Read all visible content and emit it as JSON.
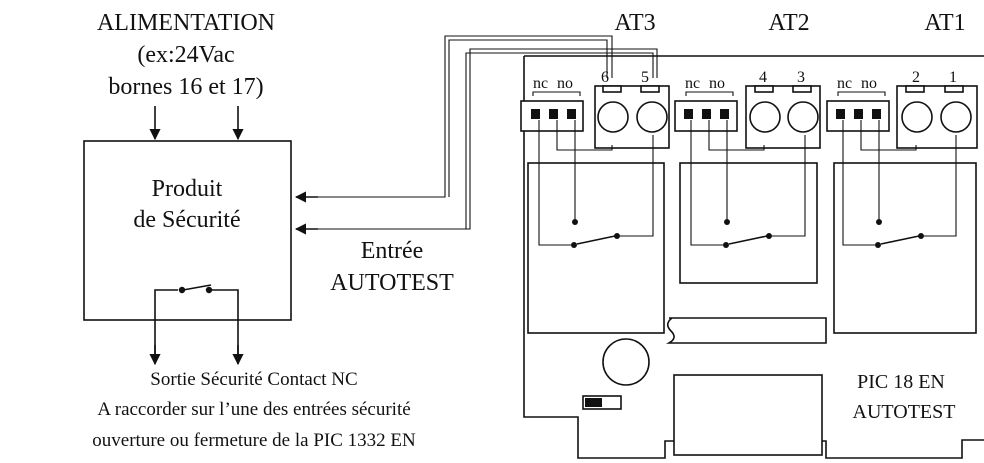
{
  "power": {
    "line1": "ALIMENTATION",
    "line2": "(ex:24Vac",
    "line3": "bornes 16 et 17)"
  },
  "product": {
    "line1": "Produit",
    "line2": "de Sécurité"
  },
  "autotest_input": {
    "line1": "Entrée",
    "line2": "AUTOTEST"
  },
  "output": {
    "line1": "Sortie Sécurité Contact NC",
    "line2": "A raccorder sur l’une des entrées sécurité",
    "line3": "ouverture ou fermeture de la PIC 1332 EN"
  },
  "board": {
    "name1": "PIC 18 EN",
    "name2": "AUTOTEST"
  },
  "relays": [
    {
      "name": "AT3",
      "nc": "nc",
      "no": "no",
      "t1": "6",
      "t2": "5"
    },
    {
      "name": "AT2",
      "nc": "nc",
      "no": "no",
      "t1": "4",
      "t2": "3"
    },
    {
      "name": "AT1",
      "nc": "nc",
      "no": "no",
      "t1": "2",
      "t2": "1"
    }
  ]
}
